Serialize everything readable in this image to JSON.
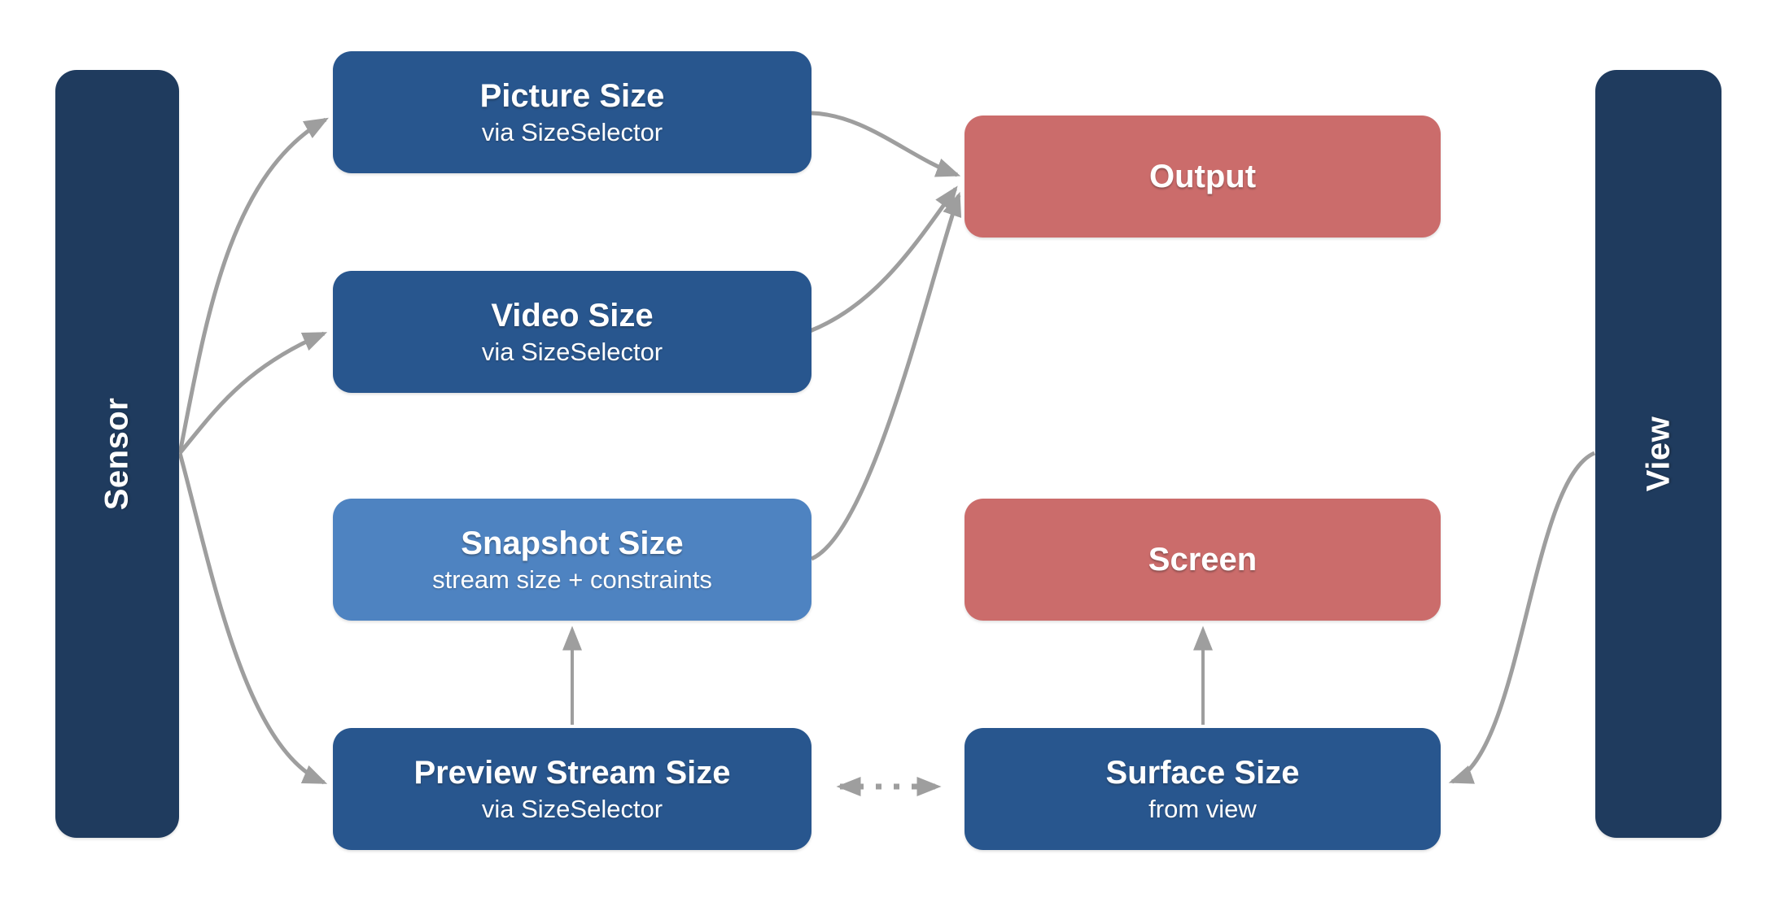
{
  "diagram": {
    "sensor_bar": {
      "label": "Sensor"
    },
    "view_bar": {
      "label": "View"
    },
    "nodes": {
      "picture": {
        "title": "Picture Size",
        "subtitle": "via SizeSelector"
      },
      "video": {
        "title": "Video Size",
        "subtitle": "via SizeSelector"
      },
      "snapshot": {
        "title": "Snapshot Size",
        "subtitle": "stream size + constraints"
      },
      "preview": {
        "title": "Preview Stream Size",
        "subtitle": "via SizeSelector"
      },
      "output": {
        "title": "Output"
      },
      "screen": {
        "title": "Screen"
      },
      "surface": {
        "title": "Surface Size",
        "subtitle": "from view"
      }
    },
    "edges": [
      {
        "from": "sensor",
        "to": "picture",
        "style": "solid-curve"
      },
      {
        "from": "sensor",
        "to": "video",
        "style": "solid-curve"
      },
      {
        "from": "sensor",
        "to": "preview",
        "style": "solid-curve"
      },
      {
        "from": "picture",
        "to": "output",
        "style": "solid-curve"
      },
      {
        "from": "video",
        "to": "output",
        "style": "solid-curve"
      },
      {
        "from": "snapshot",
        "to": "output",
        "style": "solid-curve"
      },
      {
        "from": "preview",
        "to": "snapshot",
        "style": "solid-straight-up"
      },
      {
        "from": "surface",
        "to": "screen",
        "style": "solid-straight-up"
      },
      {
        "from": "preview",
        "to": "surface",
        "style": "dotted-bidirectional"
      },
      {
        "from": "view",
        "to": "surface",
        "style": "solid-curve"
      }
    ],
    "colors": {
      "background": "#ffffff",
      "bar": "#1f3b5e",
      "node_blue": "#28568e",
      "node_light_blue": "#4e83c1",
      "node_red": "#cb6c6b",
      "connector_gray": "#9e9e9e",
      "text": "#ffffff"
    }
  }
}
